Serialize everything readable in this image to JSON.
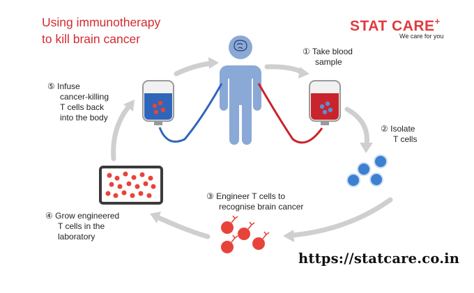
{
  "title": {
    "line1": "Using immunotherapy",
    "line2": "to kill brain cancer"
  },
  "logo": {
    "name": "STAT CARE",
    "plus": "+",
    "tagline": "We care for you"
  },
  "steps": [
    {
      "num": "①",
      "lines": [
        "Take blood",
        "sample"
      ]
    },
    {
      "num": "②",
      "lines": [
        "Isolate",
        "T cells"
      ]
    },
    {
      "num": "③",
      "lines": [
        "Engineer T cells to",
        "recognise brain cancer"
      ]
    },
    {
      "num": "④",
      "lines": [
        "Grow engineered",
        "T cells in the",
        "laboratory"
      ]
    },
    {
      "num": "⑤",
      "lines": [
        "Infuse",
        "cancer-killing",
        "T cells back",
        "into the body"
      ]
    }
  ],
  "url": "https://statcare.co.in",
  "colors": {
    "title": "#d42a2f",
    "body_figure": "#8aa9d6",
    "blood": "#c9232b",
    "tcell": "#3d7fd0",
    "engineered": "#e8433a",
    "arrow": "#c8c8c8"
  }
}
